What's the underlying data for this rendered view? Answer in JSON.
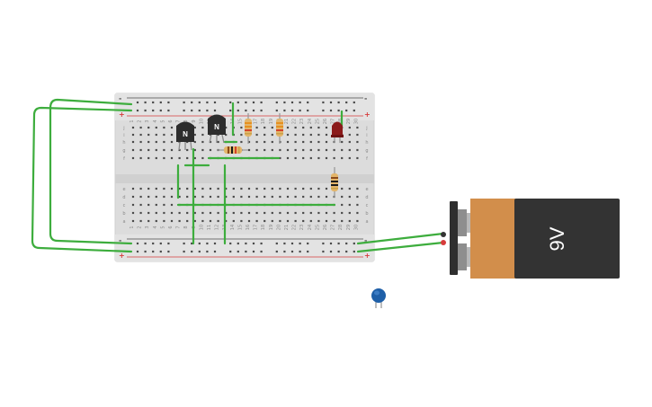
{
  "breadboard": {
    "rail_plus": "+",
    "rail_minus": "-",
    "row_letters_top": [
      "j",
      "i",
      "h",
      "g",
      "f"
    ],
    "row_letters_bottom": [
      "e",
      "d",
      "c",
      "b",
      "a"
    ],
    "column_count": 30
  },
  "transistors": [
    {
      "label": "N"
    },
    {
      "label": "N"
    }
  ],
  "battery": {
    "label": "9V",
    "body_color": "#333333",
    "cap_color": "#d28e4b"
  },
  "colors": {
    "wire": "#3dad3d",
    "led": "#8b1a1a",
    "capacitor": "#1e5fa8",
    "rail_red": "#d63b3b",
    "rail_blue": "#4a4a4a"
  }
}
